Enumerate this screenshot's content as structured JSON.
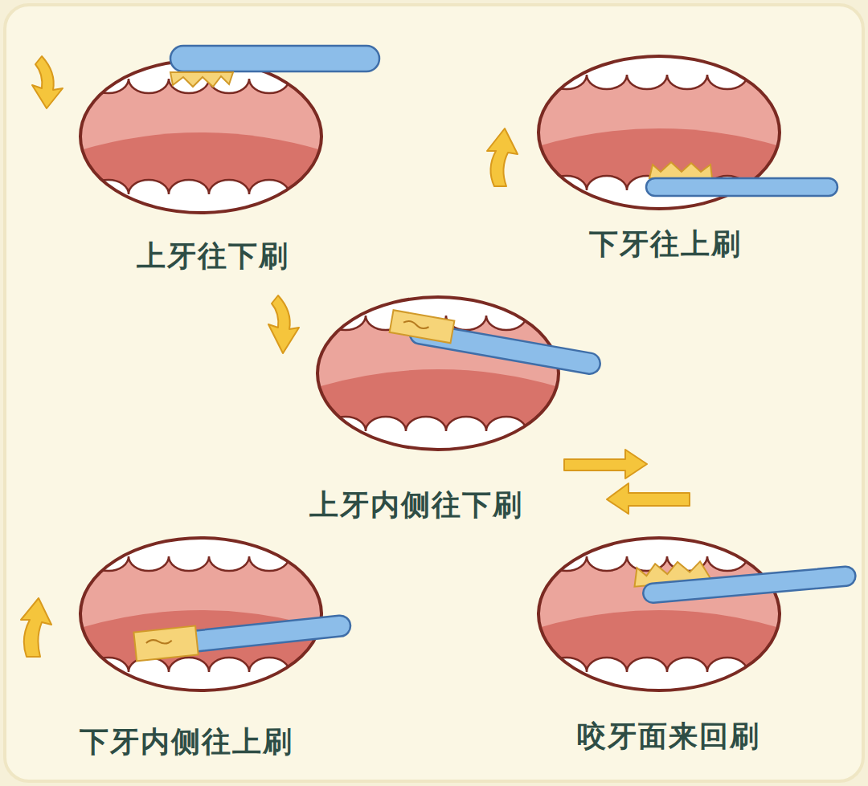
{
  "diagram": {
    "labels": [
      "上牙往下刷",
      "下牙往上刷",
      "上牙内侧往下刷",
      "下牙内侧往上刷",
      "咬牙面来回刷"
    ]
  }
}
